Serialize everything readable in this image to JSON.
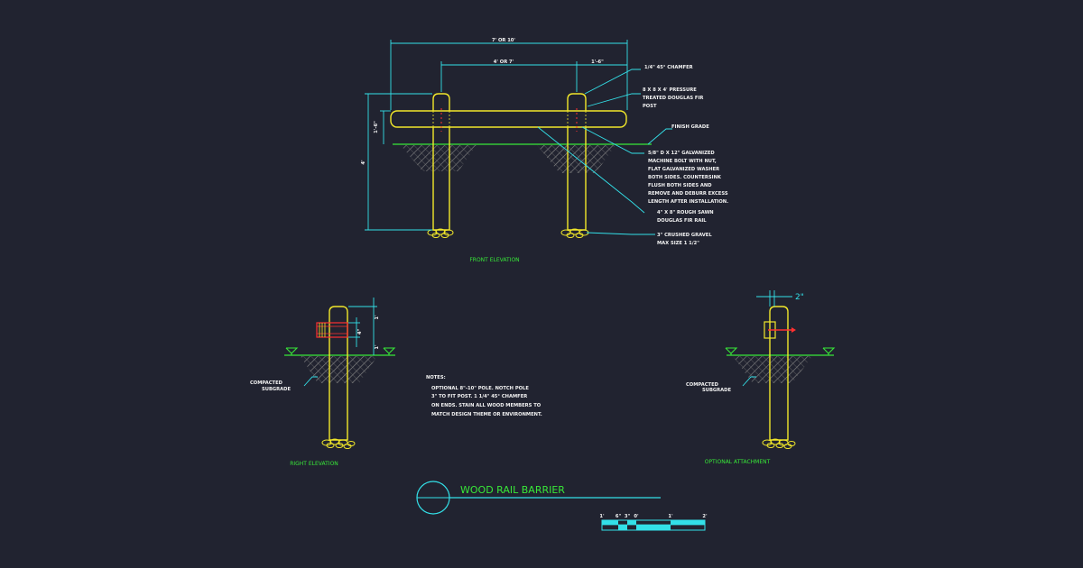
{
  "colors": {
    "background": "#212330",
    "post": "#f2e82a",
    "dimension": "#33e0e8",
    "grade": "#38e838",
    "callout": "#f2f2f2",
    "rail_red": "#ff3030",
    "hatch": "#8a8a8a"
  },
  "drawing": {
    "title": "WOOD RAIL BARRIER",
    "front": {
      "label": "FRONT ELEVATION",
      "dims": {
        "overall": "7' OR 10'",
        "spacing": "4' OR 7'",
        "overhang": "1'-6\"",
        "rail_height": "1'-6\"",
        "post_height": "4'"
      },
      "callouts": {
        "chamfer": "1/4\" 45° CHAMFER",
        "post": [
          "8 X 8 X 4' PRESSURE",
          "TREATED DOUGLAS FIR",
          "POST"
        ],
        "grade": "FINISH GRADE",
        "bolt": [
          "5/8\" D X 12\" GALVANIZED",
          "MACHINE BOLT WITH NUT,",
          "FLAT GALVANIZED WASHER",
          "BOTH SIDES. COUNTERSINK",
          "FLUSH BOTH SIDES AND",
          "REMOVE AND DEBURR EXCESS",
          "LENGTH AFTER INSTALLATION."
        ],
        "rail": [
          "4\" X 8\" ROUGH SAWN",
          "DOUGLAS FIR RAIL"
        ],
        "gravel": [
          "3\" CRUSHED GRAVEL",
          "MAX SIZE 1 1/2\""
        ]
      }
    },
    "right": {
      "label": "RIGHT ELEVATION",
      "compacted": [
        "COMPACTED",
        "SUBGRADE"
      ],
      "dims": [
        "1'",
        "4\"",
        "1'"
      ]
    },
    "optional": {
      "label": "OPTIONAL ATTACHMENT",
      "compacted": [
        "COMPACTED",
        "SUBGRADE"
      ],
      "dim": "2\""
    },
    "notes": {
      "heading": "NOTES:",
      "lines": [
        "OPTIONAL 8\"-10\" POLE. NOTCH POLE",
        "3\" TO FIT POST. 1 1/4\" 45° CHAMFER",
        "ON ENDS. STAIN ALL WOOD MEMBERS TO",
        "MATCH DESIGN THEME OR ENVIRONMENT."
      ]
    },
    "scale_labels": [
      "1'",
      "6\"",
      "3\"",
      "0'",
      "1'",
      "2'"
    ]
  }
}
